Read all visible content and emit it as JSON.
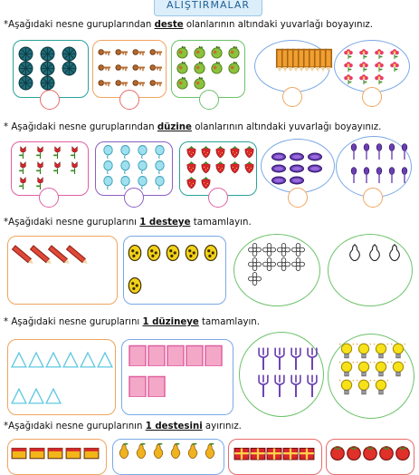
{
  "page_title": "ALIŞTIRMALAR",
  "exercises": [
    {
      "prefix": "*Aşağıdaki nesne guruplarından ",
      "keyword": "deste",
      "suffix": " olanlarının altındaki yuvarlağı boyayınız."
    },
    {
      "prefix": "* Aşağıdaki nesne guruplarından ",
      "keyword": "düzine",
      "suffix": " olanlarının altındaki yuvarlağı boyayınız."
    },
    {
      "prefix": "*Aşağıdaki nesne guruplarını ",
      "keyword": "1 desteye",
      "suffix": " tamamlayın."
    },
    {
      "prefix": "* Aşağıdaki nesne guruplarını ",
      "keyword": "1 düzineye",
      "suffix": " tamamlayın."
    },
    {
      "prefix": "*Aşağıdaki nesne guruplarının ",
      "keyword": "1 destesini",
      "suffix": " ayırınız."
    }
  ],
  "colors": {
    "title_text": "#1f5f95",
    "title_bg": "#dbeefa",
    "teal_border": "#2aa39a",
    "orange_border": "#f0a560",
    "green_border": "#6cc26a",
    "blue_border": "#7aa9e6",
    "red_border": "#e86b6b",
    "pink_border": "#e060a0",
    "purple_border": "#8b5fc0"
  },
  "icons": {
    "row1": [
      "ball-icon",
      "key-icon",
      "apple-icon",
      "pencil-icon",
      "flower-icon"
    ],
    "row2": [
      "tulip-icon",
      "balloon-icon",
      "strawberry-icon",
      "oval-pad-icon",
      "spoon-icon"
    ],
    "row3": [
      "pencil-icon",
      "egg-icon",
      "daisy-icon",
      "pear-icon"
    ],
    "row4": [
      "triangle-icon",
      "rectangle-icon",
      "fork-icon",
      "bulb-icon"
    ],
    "row5": [
      "book-icon",
      "pear-icon",
      "gift-icon",
      "tomato-icon"
    ]
  }
}
